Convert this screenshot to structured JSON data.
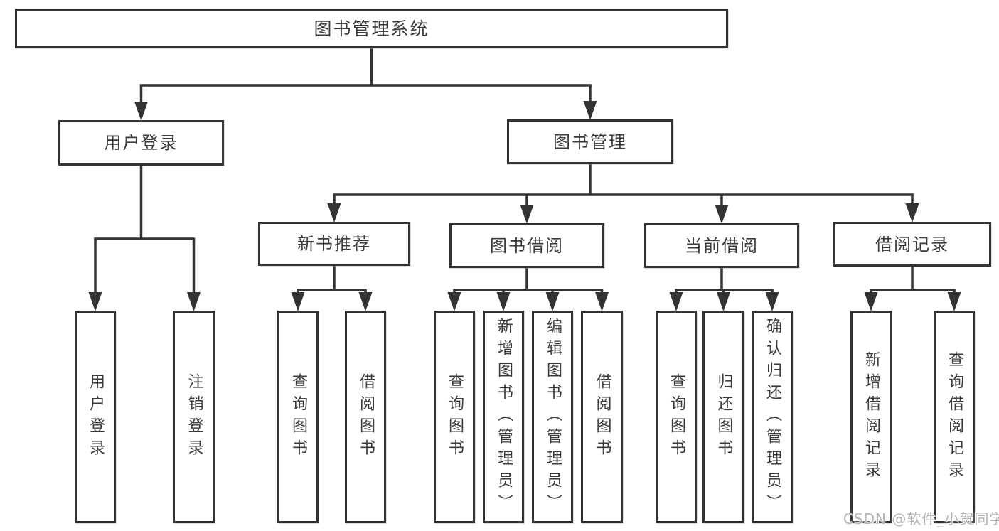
{
  "diagram": {
    "title": "图书管理系统",
    "colors": {
      "line": "#333333",
      "border": "#333333",
      "text": "#3a3a3a",
      "background": "#ffffff",
      "watermark": "#b3b3b3"
    },
    "nodes": [
      {
        "id": "root",
        "label": "图书管理系统",
        "level": 1,
        "vertical": false
      },
      {
        "id": "login",
        "label": "用户登录",
        "level": 2,
        "vertical": false
      },
      {
        "id": "mgmt",
        "label": "图书管理",
        "level": 2,
        "vertical": false
      },
      {
        "id": "rec",
        "label": "新书推荐",
        "level": 3,
        "vertical": false
      },
      {
        "id": "borrow",
        "label": "图书借阅",
        "level": 3,
        "vertical": false
      },
      {
        "id": "current",
        "label": "当前借阅",
        "level": 3,
        "vertical": false
      },
      {
        "id": "records",
        "label": "借阅记录",
        "level": 3,
        "vertical": false
      },
      {
        "id": "leaf-login",
        "label": "用户登录",
        "level": 4,
        "vertical": true
      },
      {
        "id": "leaf-logout",
        "label": "注销登录",
        "level": 4,
        "vertical": true
      },
      {
        "id": "leaf-rec-query",
        "label": "查询图书",
        "level": 4,
        "vertical": true
      },
      {
        "id": "leaf-rec-borrow",
        "label": "借阅图书",
        "level": 4,
        "vertical": true
      },
      {
        "id": "leaf-bor-query",
        "label": "查询图书",
        "level": 4,
        "vertical": true
      },
      {
        "id": "leaf-bor-add",
        "label": "新增图书（管理员）",
        "level": 4,
        "vertical": true
      },
      {
        "id": "leaf-bor-edit",
        "label": "编辑图书（管理员）",
        "level": 4,
        "vertical": true
      },
      {
        "id": "leaf-bor-borrow",
        "label": "借阅图书",
        "level": 4,
        "vertical": true
      },
      {
        "id": "leaf-cur-query",
        "label": "查询图书",
        "level": 4,
        "vertical": true
      },
      {
        "id": "leaf-cur-return",
        "label": "归还图书",
        "level": 4,
        "vertical": true
      },
      {
        "id": "leaf-cur-confirm",
        "label": "确认归还（管理员）",
        "level": 4,
        "vertical": true
      },
      {
        "id": "leaf-log-add",
        "label": "新增借阅记录",
        "level": 4,
        "vertical": true
      },
      {
        "id": "leaf-log-query",
        "label": "查询借阅记录",
        "level": 4,
        "vertical": true
      }
    ],
    "edges": [
      {
        "from": "root",
        "to": [
          "login",
          "mgmt"
        ]
      },
      {
        "from": "login",
        "to": [
          "leaf-login",
          "leaf-logout"
        ]
      },
      {
        "from": "mgmt",
        "to": [
          "rec",
          "borrow",
          "current",
          "records"
        ]
      },
      {
        "from": "rec",
        "to": [
          "leaf-rec-query",
          "leaf-rec-borrow"
        ]
      },
      {
        "from": "borrow",
        "to": [
          "leaf-bor-query",
          "leaf-bor-add",
          "leaf-bor-edit",
          "leaf-bor-borrow"
        ]
      },
      {
        "from": "current",
        "to": [
          "leaf-cur-query",
          "leaf-cur-return",
          "leaf-cur-confirm"
        ]
      },
      {
        "from": "records",
        "to": [
          "leaf-log-add",
          "leaf-log-query"
        ]
      }
    ]
  },
  "watermark": {
    "text": "CSDN @软件_小贺同学"
  }
}
